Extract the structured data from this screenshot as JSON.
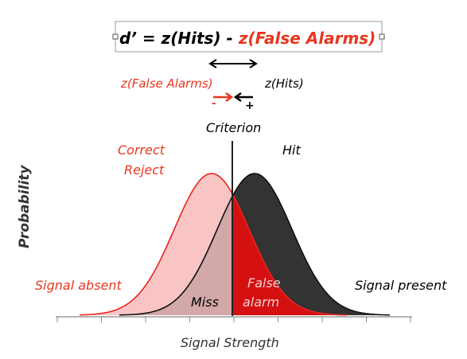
{
  "formula": {
    "lhs": "d’ = z(Hits) - ",
    "rhs": "z(False Alarms)"
  },
  "shift": {
    "fa_label": "z(False Alarms)",
    "hits_label": "z(Hits)",
    "minus": "-",
    "plus": "+"
  },
  "labels": {
    "criterion": "Criterion",
    "correct_reject_1": "Correct",
    "correct_reject_2": "Reject",
    "hit": "Hit",
    "signal_absent": "Signal absent",
    "signal_present": "Signal present",
    "miss": "Miss",
    "false_alarm_1": "False",
    "false_alarm_2": "alarm",
    "y_axis": "Probability",
    "x_axis": "Signal Strength"
  },
  "colors": {
    "noise": "#e8261e",
    "noise_fill": "#f8c4c4",
    "signal_fill": "#333333",
    "false_alarm_fill": "#d41010",
    "miss_fill": "#d2a8a8",
    "text_red": "#e8361e"
  }
}
